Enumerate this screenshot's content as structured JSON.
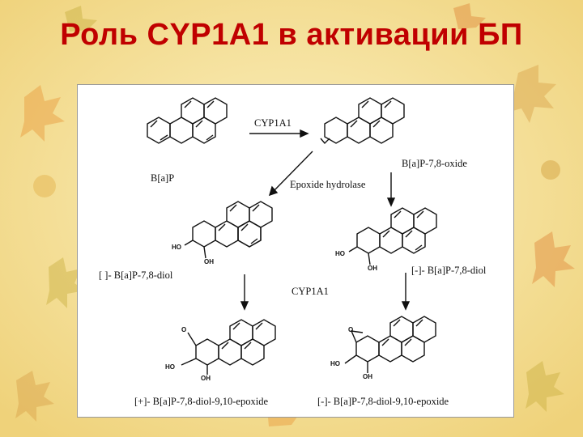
{
  "slide": {
    "title": "Роль CYP1A1 в активации БП"
  },
  "diagram": {
    "labels": {
      "bap": "B[a]P",
      "enzyme_top": "CYP1A1",
      "oxide": "B[a]P-7,8-oxide",
      "hydrolase": "Epoxide hydrolase",
      "diol_left": "[ ]- B[a]P-7,8-diol",
      "diol_right": "[-]- B[a]P-7,8-diol",
      "enzyme_mid": "CYP1A1",
      "epoxide_left": "[+]- B[a]P-7,8-diol-9,10-epoxide",
      "epoxide_right": "[-]- B[a]P-7,8-diol-9,10-epoxide"
    },
    "atom_labels": {
      "oh": "OH",
      "ho": "HO",
      "o": "O"
    }
  }
}
